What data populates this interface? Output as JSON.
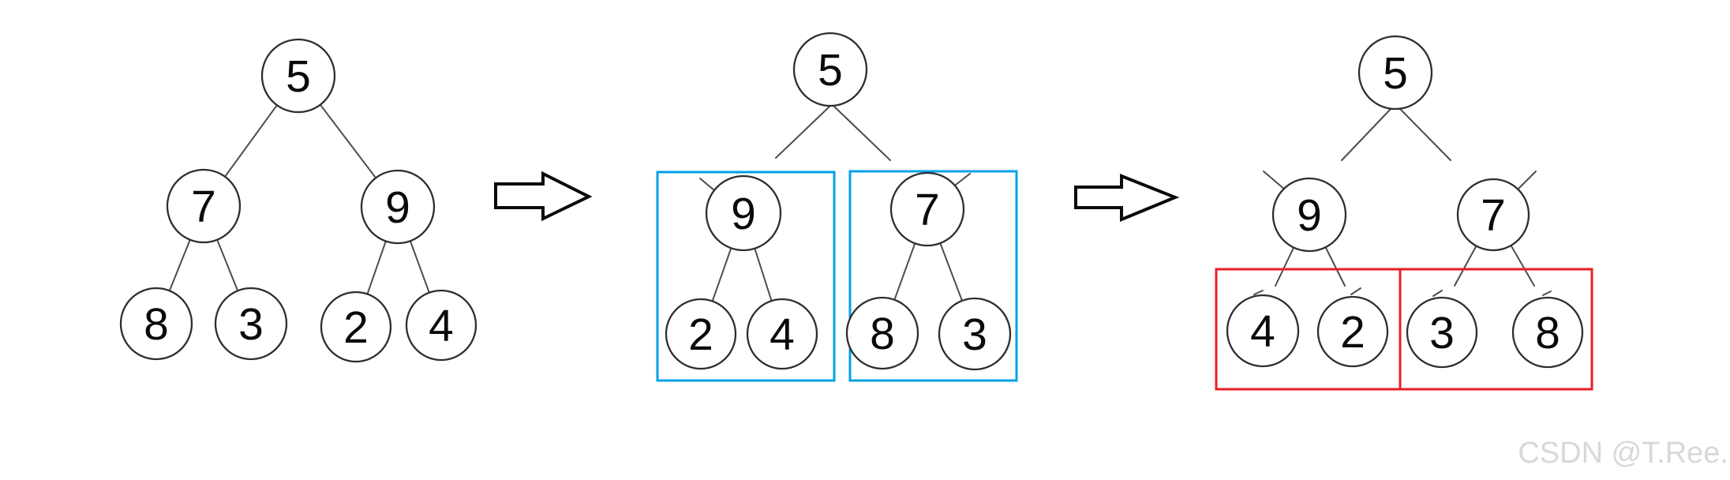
{
  "colors": {
    "background": "#ffffff",
    "edge": "#4d4d4d",
    "node_stroke": "#2e2e2e",
    "node_fill": "#ffffff",
    "node_text": "#0a0a0a",
    "box_blue": "#00a2e8",
    "box_red": "#ed1c24",
    "arrow_stroke": "#0a0a0a",
    "arrow_fill": "#ffffff",
    "watermark": "#d8d8d8"
  },
  "icons": {
    "arrow_right": "⇨"
  },
  "watermark": {
    "text": "CSDN @T.Ree."
  },
  "trees": [
    {
      "name": "step-1-original-tree",
      "nodes": [
        {
          "role": "root",
          "value": "5"
        },
        {
          "role": "left-child",
          "value": "7"
        },
        {
          "role": "right-child",
          "value": "9"
        },
        {
          "role": "leaf",
          "value": "8"
        },
        {
          "role": "leaf",
          "value": "3"
        },
        {
          "role": "leaf",
          "value": "2"
        },
        {
          "role": "leaf",
          "value": "4"
        }
      ]
    },
    {
      "name": "step-2-subtrees-swapped",
      "highlight_color": "#00a2e8",
      "nodes": [
        {
          "role": "root",
          "value": "5"
        },
        {
          "role": "left-child",
          "value": "9"
        },
        {
          "role": "right-child",
          "value": "7"
        },
        {
          "role": "leaf",
          "value": "2"
        },
        {
          "role": "leaf",
          "value": "4"
        },
        {
          "role": "leaf",
          "value": "8"
        },
        {
          "role": "leaf",
          "value": "3"
        }
      ]
    },
    {
      "name": "step-3-leaves-swapped",
      "highlight_color": "#ed1c24",
      "nodes": [
        {
          "role": "root",
          "value": "5"
        },
        {
          "role": "left-child",
          "value": "9"
        },
        {
          "role": "right-child",
          "value": "7"
        },
        {
          "role": "leaf",
          "value": "4"
        },
        {
          "role": "leaf",
          "value": "2"
        },
        {
          "role": "leaf",
          "value": "3"
        },
        {
          "role": "leaf",
          "value": "8"
        }
      ]
    }
  ]
}
